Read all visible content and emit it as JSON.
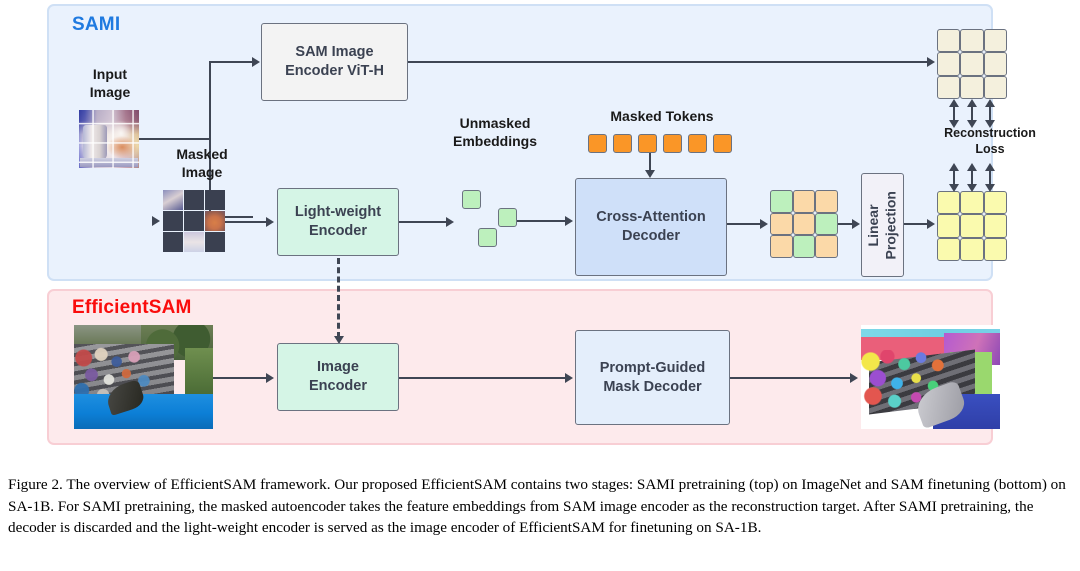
{
  "figure": {
    "caption": "Figure 2. The overview of EfficientSAM framework. Our proposed EfficientSAM contains two stages: SAMI pretraining (top) on ImageNet and SAM finetuning (bottom) on SA-1B. For SAMI pretraining, the masked autoencoder takes the feature embeddings from SAM image encoder as the reconstruction target. After SAMI pretraining, the decoder is discarded and the light-weight encoder is served as the image encoder of EfficientSAM for finetuning on SA-1B."
  },
  "panels": {
    "sami": {
      "title": "SAMI",
      "title_color": "#1f7ae0",
      "background": "#eaf2fd",
      "border": "#cfe0f5"
    },
    "efficientsam": {
      "title": "EfficientSAM",
      "title_color": "#fa0c0c",
      "background": "#fdeaec",
      "border": "#f8ced4"
    }
  },
  "boxes": {
    "sam_image_encoder": {
      "label": "SAM Image\nEncoder ViT-H",
      "fill": "#f3f3f3"
    },
    "light_weight_encoder": {
      "label": "Light-weight\nEncoder",
      "fill": "#d5f5e6"
    },
    "cross_attention_decoder": {
      "label": "Cross-Attention\nDecoder",
      "fill": "#cfe0f9"
    },
    "linear_projection": {
      "label": "Linear\nProjection",
      "fill": "#f2f1f8"
    },
    "image_encoder": {
      "label": "Image\nEncoder",
      "fill": "#d5f5e6"
    },
    "prompt_guided_mask_decoder": {
      "label": "Prompt-Guided\nMask Decoder",
      "fill": "#e4eefb"
    }
  },
  "labels": {
    "input_image": "Input\nImage",
    "masked_image": "Masked\nImage",
    "unmasked_embeddings": "Unmasked\nEmbeddings",
    "masked_tokens": "Masked Tokens",
    "reconstruction_loss": "Reconstruction\nLoss"
  },
  "tokens": {
    "masked_token_count": 6,
    "masked_token_color": "#fa9627",
    "unmasked_embedding_count": 3,
    "unmasked_embedding_color": "#bdf0bd"
  },
  "grids": {
    "masked_image": {
      "rows": 3,
      "cols": 3,
      "cells": [
        "visible",
        "masked",
        "masked",
        "masked",
        "masked",
        "visible",
        "masked",
        "visible",
        "masked"
      ],
      "masked_color": "#3a4050"
    },
    "decoder_output": {
      "rows": 3,
      "cols": 3,
      "cells": [
        "green",
        "orange",
        "orange",
        "orange",
        "orange",
        "green",
        "orange",
        "green",
        "orange"
      ],
      "green_color": "#bdf0bd",
      "orange_color": "#fbd9a8"
    },
    "sam_features": {
      "rows": 3,
      "cols": 3,
      "fill": "#f4f0dd"
    },
    "reconstructed_features": {
      "rows": 3,
      "cols": 3,
      "fill": "#fafaae"
    }
  },
  "thumbnails": {
    "input_image": "coffee-cup-photo-with-3x3-grid",
    "masked_image": "masked-coffee-cup-patches",
    "sa1b_input": "sea-lion-show-crowd-photo",
    "sa1b_segmented": "segmented-sea-lion-show-photo"
  },
  "connectors": {
    "encoder_reuse": "dashed-arrow-light-weight-encoder-to-image-encoder",
    "reconstruction_loss_arrows": "double-headed-vertical-arrows"
  }
}
